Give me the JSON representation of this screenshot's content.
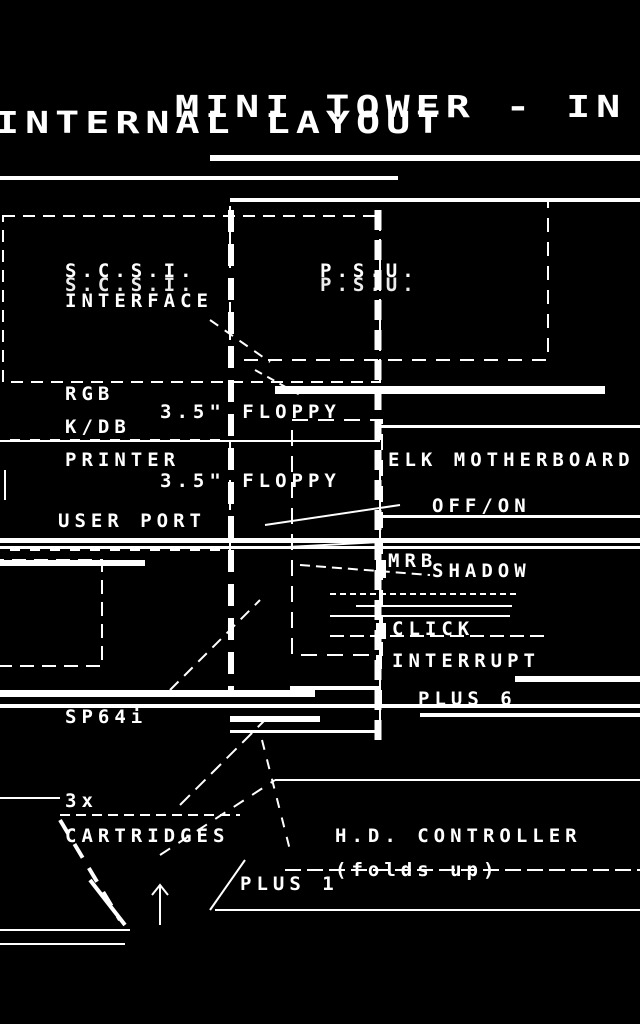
{
  "title": {
    "line1": "MINI TOWER - IN",
    "line2": "INTERNAL LAYOUT"
  },
  "components": {
    "scsi": "S.C.S.I.",
    "scsi_ghost": "S.C.S.I.",
    "interface": "INTERFACE",
    "psu": "P.S.U.",
    "psu_ghost": "P.S.U.",
    "rgb": "RGB",
    "kdb": "K/DB",
    "printer": "PRINTER",
    "floppy_upper": "3.5\" FLOPPY",
    "floppy_lower": "3.5\" FLOPPY",
    "user_port": "USER PORT",
    "elk_motherboard": "ELK MOTHERBOARD",
    "off_on": "OFF/ON",
    "mrb": "MRB",
    "shadow": "SHADOW",
    "click": "CLICK",
    "interrupt": "INTERRUPT",
    "plus6": "PLUS 6",
    "sp64i": "SP64i",
    "x3": "3x",
    "cartridges": "CARTRIDGES",
    "hd_controller": "H.D. CONTROLLER",
    "folds_up": "(folds up)",
    "plus1": "PLUS 1"
  }
}
